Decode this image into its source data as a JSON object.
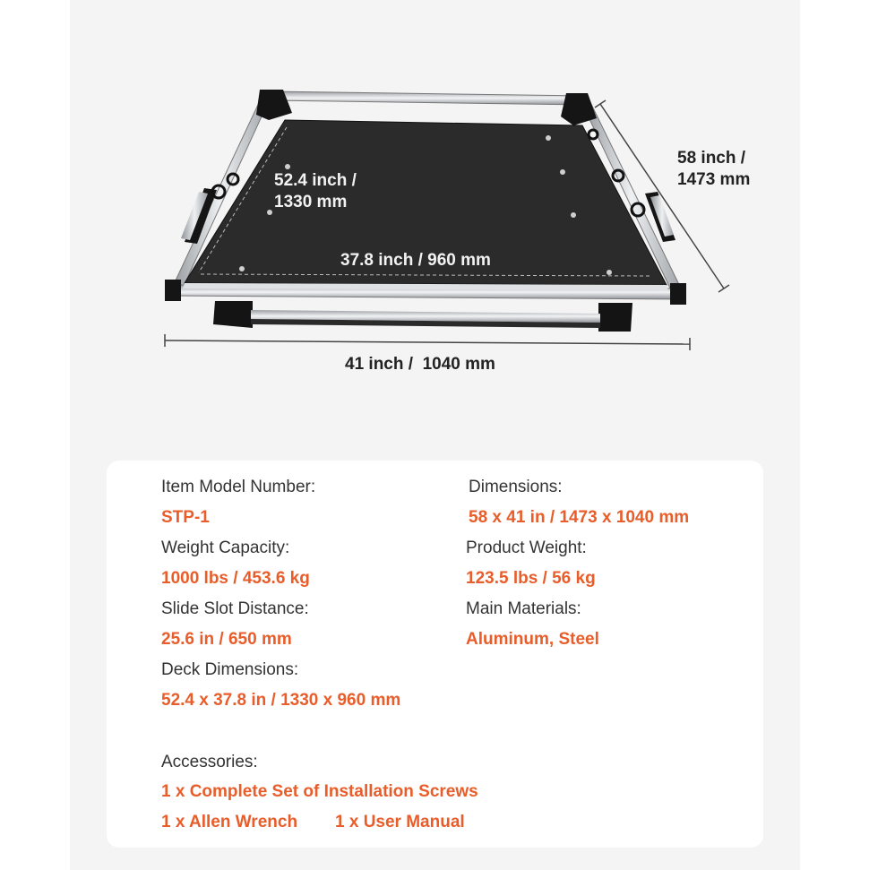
{
  "diagram": {
    "deck_length": "52.4 inch /\n1330 mm",
    "deck_width": "37.8 inch / 960 mm",
    "overall_length": "58 inch /\n1473 mm",
    "overall_width": "41 inch /  1040 mm"
  },
  "specs": {
    "item_model_number": {
      "label": "Item Model Number:",
      "value": "STP-1"
    },
    "weight_capacity": {
      "label": "Weight Capacity:",
      "value": "1000 lbs / 453.6 kg"
    },
    "slide_slot_distance": {
      "label": "Slide Slot Distance:",
      "value": "25.6 in / 650 mm"
    },
    "deck_dimensions": {
      "label": "Deck Dimensions:",
      "value": "52.4 x 37.8 in / 1330 x 960 mm"
    },
    "dimensions": {
      "label": "Dimensions:",
      "value": "58 x 41 in / 1473 x 1040 mm"
    },
    "product_weight": {
      "label": "Product Weight:",
      "value": "123.5 lbs / 56 kg"
    },
    "main_materials": {
      "label": "Main Materials:",
      "value": "Aluminum, Steel"
    }
  },
  "accessories": {
    "label": "Accessories:",
    "items": [
      "1 x Complete Set of Installation Screws",
      "1 x Allen Wrench",
      "1 x User Manual"
    ]
  },
  "colors": {
    "accent": "#e85d2a",
    "deck": "#2a2a2a",
    "rail": "#c9ccd0"
  }
}
